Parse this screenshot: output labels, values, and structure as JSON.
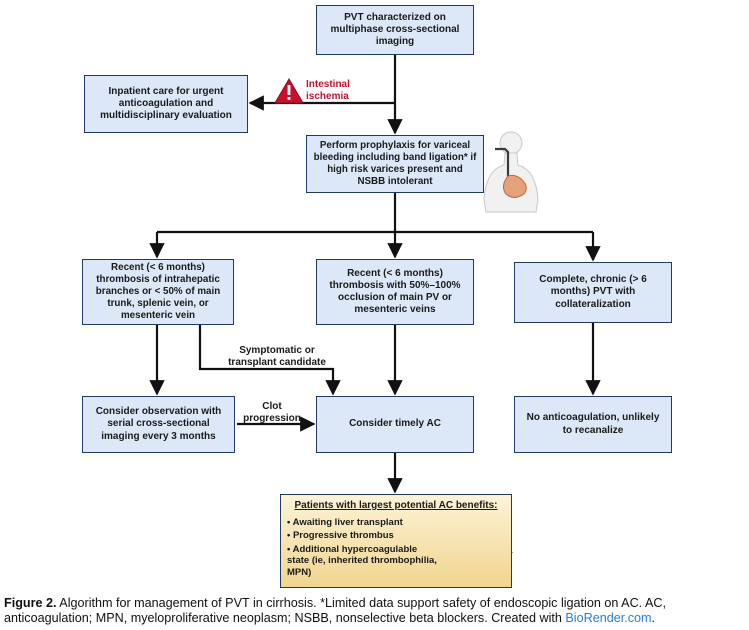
{
  "nodes": {
    "start": "PVT characterized on multiphase cross-sectional imaging",
    "inpatient": "Inpatient care for urgent anticoagulation and multidisciplinary evaluation",
    "prophylaxis": "Perform prophylaxis for variceal bleeding including band ligation* if high risk varices present and NSBB intolerant",
    "recent_intrahepatic": "Recent (< 6 months) thrombosis of intrahepatic branches or < 50% of main trunk, splenic vein, or mesenteric vein",
    "recent_main": "Recent (< 6 months) thrombosis with 50%–100% occlusion of main PV or mesenteric veins",
    "chronic": "Complete, chronic (> 6 months) PVT with collateralization",
    "observation": "Consider observation with serial cross-sectional imaging every 3 months",
    "timely_ac": "Consider timely AC",
    "no_ac": "No anticoagulation, unlikely to recanalize"
  },
  "edge_labels": {
    "ischemia": "Intestinal ischemia",
    "symptomatic": "Symptomatic or transplant candidate",
    "clot": "Clot progression"
  },
  "benefits": {
    "title": "Patients with largest potential AC benefits:",
    "items": [
      "Awaiting liver transplant",
      "Progressive thrombus",
      "Additional hypercoagulable state (ie, inherited thrombophilia, MPN)"
    ]
  },
  "caption": {
    "label": "Figure 2.",
    "text": " Algorithm for management of PVT in cirrhosis. *Limited data support safety of endoscopic ligation on AC. AC, anticoagulation; MPN, myeloproliferative neoplasm; NSBB, nonselective beta blockers. Created with ",
    "link": "BioRender.com",
    "end": "."
  },
  "colors": {
    "box_fill": "#dce8f7",
    "box_border": "#1f3b66",
    "arrow": "#111111",
    "warning": "#c8102e",
    "benefits_fill": "#f6e2a8",
    "link": "#2a7fd4"
  },
  "icons": [
    "warning-icon",
    "stomach-anatomy-icon",
    "balance-scale-icon"
  ]
}
